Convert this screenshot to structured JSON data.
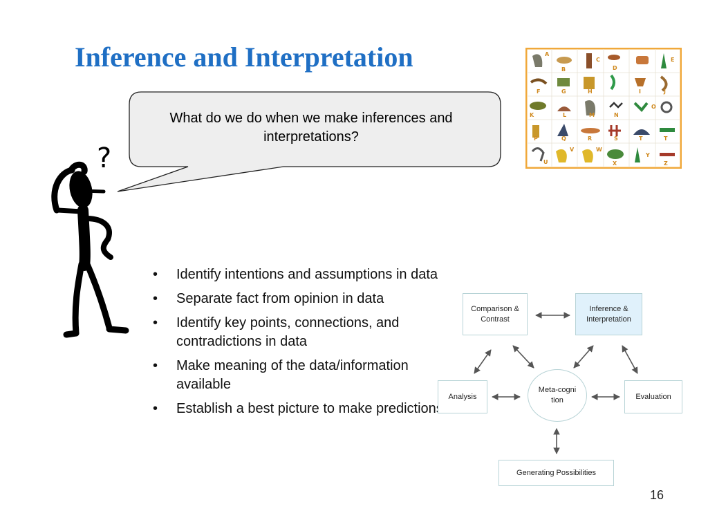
{
  "slide": {
    "title": "Inference and Interpretation",
    "speech_bubble": "What do we do when we make inferences and interpretations?",
    "question_mark": "?",
    "page_number": "16"
  },
  "bullets": [
    "Identify intentions and assumptions in data",
    "Separate fact from opinion in data",
    "Identify key points, connections, and contradictions in data",
    "Make meaning of the data/information available",
    "Establish a best picture to make predictions"
  ],
  "bullet_symbol": "•",
  "diagram": {
    "nodes": {
      "comparison": "Comparison & Contrast",
      "inference": "Inference & Interpretation",
      "analysis": "Analysis",
      "metacognition": "Meta-cognition",
      "evaluation": "Evaluation",
      "generating": "Generating Possibilities"
    }
  },
  "hieroglyph_chart": {
    "letters": [
      "A",
      "B",
      "C",
      "D",
      "E",
      "F",
      "G",
      "H",
      "I",
      "J",
      "K",
      "L",
      "M",
      "N",
      "O",
      "P",
      "Q",
      "R",
      "S",
      "T",
      "T",
      "U",
      "V",
      "W",
      "X",
      "Y",
      "Z"
    ]
  },
  "colors": {
    "title": "#1f6fc4",
    "arrow": "#555555",
    "box_border": "#b7d3d6",
    "active_box_fill": "#e0f1fb",
    "bubble_fill": "#eeeeee",
    "hieroglyph_border": "#f0a83a",
    "hieroglyph_letter": "#d08a20"
  }
}
